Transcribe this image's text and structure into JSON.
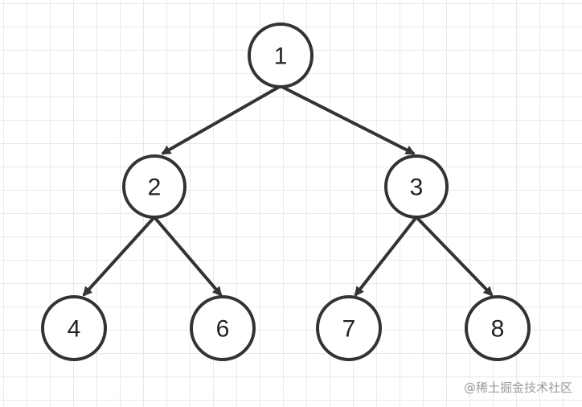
{
  "tree": {
    "nodes": [
      {
        "id": "n1",
        "label": "1"
      },
      {
        "id": "n2",
        "label": "2"
      },
      {
        "id": "n3",
        "label": "3"
      },
      {
        "id": "n4",
        "label": "4"
      },
      {
        "id": "n6",
        "label": "6"
      },
      {
        "id": "n7",
        "label": "7"
      },
      {
        "id": "n8",
        "label": "8"
      }
    ],
    "edges": [
      {
        "from": "n1",
        "to": "n2"
      },
      {
        "from": "n1",
        "to": "n3"
      },
      {
        "from": "n2",
        "to": "n4"
      },
      {
        "from": "n2",
        "to": "n6"
      },
      {
        "from": "n3",
        "to": "n7"
      },
      {
        "from": "n3",
        "to": "n8"
      }
    ]
  },
  "watermark": {
    "text": "@稀土掘金技术社区"
  },
  "colors": {
    "stroke": "#333333",
    "node_fill": "#ffffff",
    "grid": "#e9e9e9"
  }
}
